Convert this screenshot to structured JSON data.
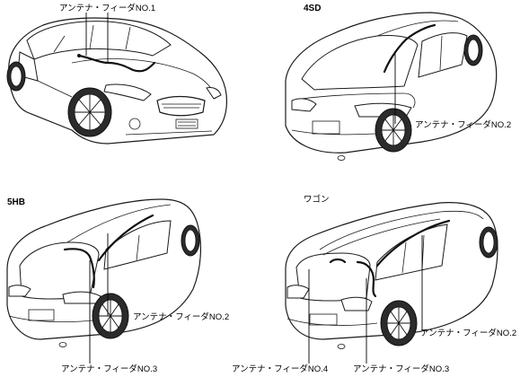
{
  "variants": {
    "sedan": "4SD",
    "hatchback": "5HB",
    "wagon": "ワゴン"
  },
  "labels": {
    "feeder_no1": "アンテナ・フィーダNO.1",
    "feeder_no2": "アンテナ・フィーダNO.2",
    "feeder_no3": "アンテナ・フィーダNO.3",
    "feeder_no4": "アンテナ・フィーダNO.4"
  }
}
